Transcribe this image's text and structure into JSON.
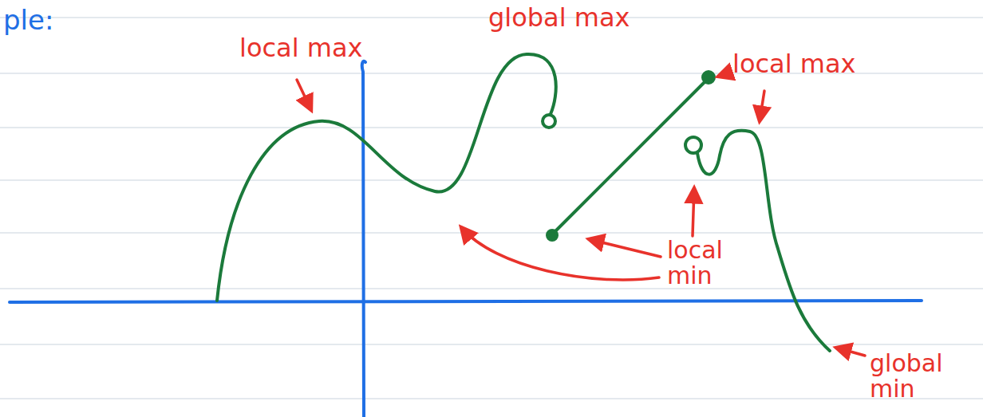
{
  "diagram": {
    "labels": [
      "ple:",
      "local max",
      "global max",
      "local max",
      "local min",
      "global min"
    ]
  }
}
